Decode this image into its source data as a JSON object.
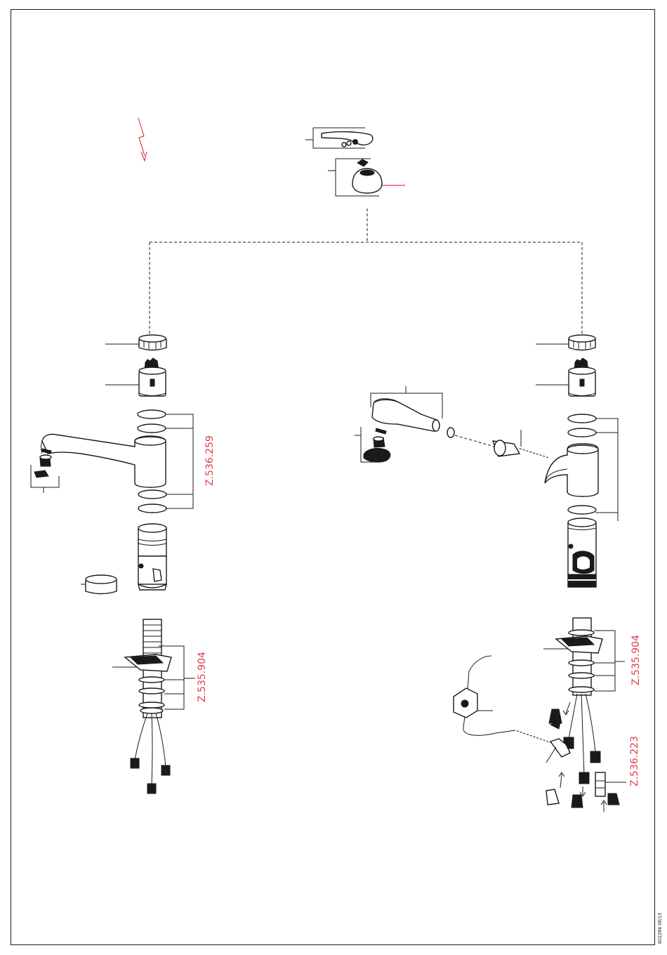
{
  "references": {
    "left_cartridge_kit": "Z.536.259",
    "left_mount_kit": "Z.535.904",
    "right_mount_kit": "Z.535.904",
    "right_valve_kit": "Z.536.223"
  },
  "document_code": "602284 06/13",
  "colors": {
    "accent_red": "#e03c4b",
    "line": "#1a1a1a"
  },
  "icons": {
    "warning": "lightning-bolt-icon"
  }
}
